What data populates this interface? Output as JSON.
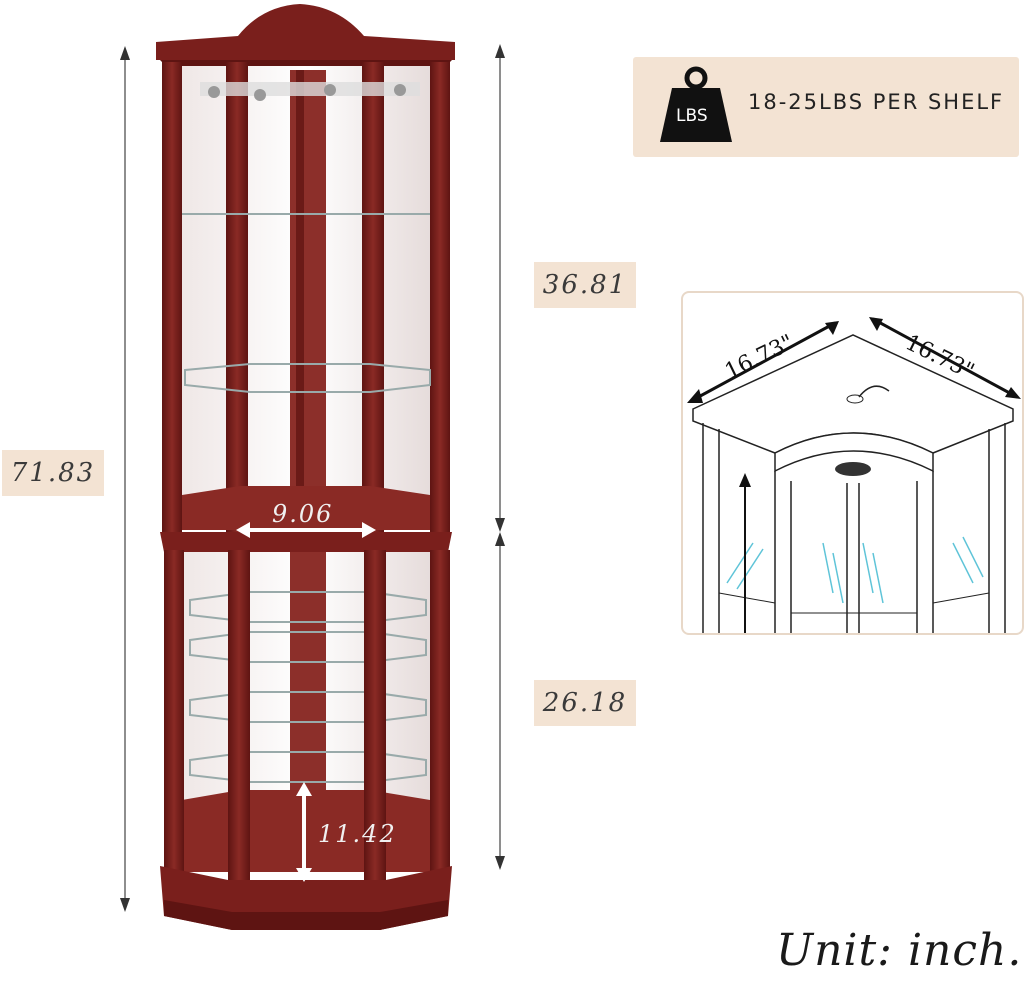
{
  "weight": {
    "icon_label": "LBS",
    "capacity": "18-25LBS PER SHELF",
    "icon": "weight-icon"
  },
  "dimensions": {
    "total_height": "71.83",
    "upper_height": "36.81",
    "lower_height": "26.18",
    "inner_width": "9.06",
    "base_height": "11.42"
  },
  "corner_view": {
    "side_a": "16.73\"",
    "side_b": "16.73\""
  },
  "unit_note": "Unit: inch.",
  "colors": {
    "wood": "#7a1f1c",
    "label_bg": "#f3e3d3"
  }
}
